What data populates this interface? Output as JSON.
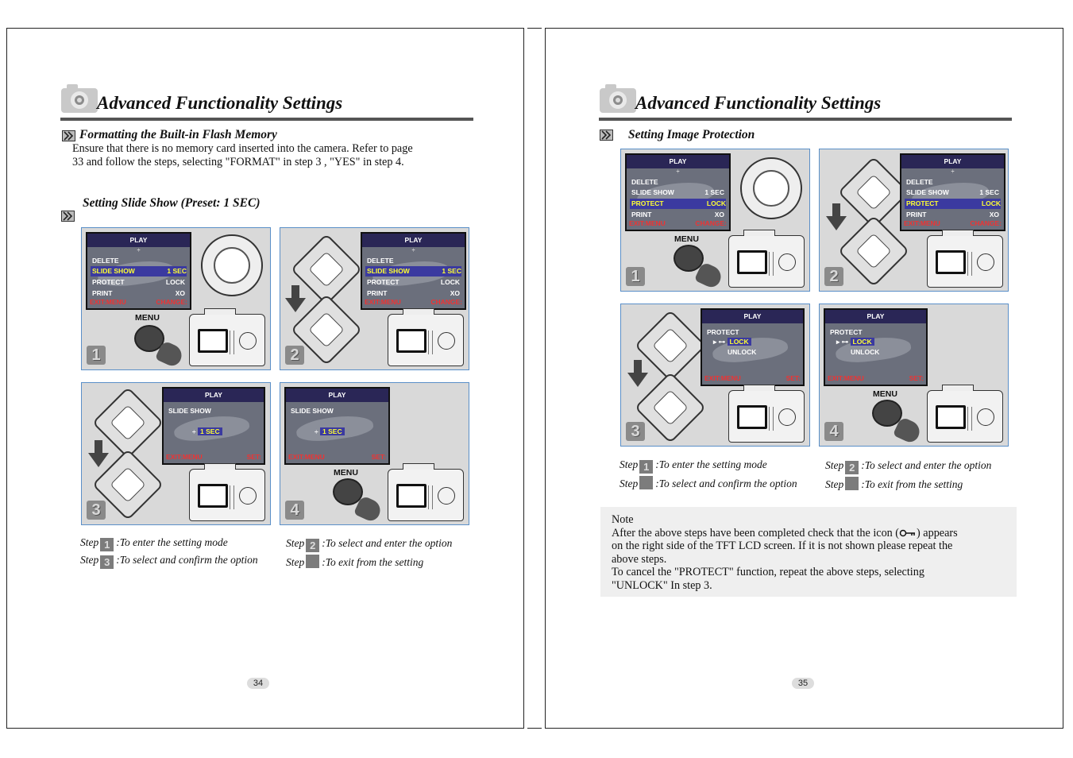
{
  "left_page": {
    "title": "Advanced Functionality Settings",
    "format_section": {
      "heading": "Formatting the Built-in Flash Memory",
      "line1": "Ensure that there is no memory card  inserted into the camera. Refer to page",
      "line2": "33  and follow the steps, selecting \"FORMAT\" in step 3 , \"YES\" in step 4."
    },
    "slide_section": {
      "heading": "Setting Slide Show (Preset: 1 SEC)"
    },
    "panels": [
      {
        "step": "1",
        "menu": "MENU"
      },
      {
        "step": "2"
      },
      {
        "step": "3"
      },
      {
        "step": "4",
        "menu": "MENU"
      }
    ],
    "steps": {
      "word": "Step",
      "s1": ":To enter the setting mode",
      "s2": ":To select and enter the option",
      "s3": ":To select and confirm the option",
      "s4": ":To exit from the setting",
      "n1": "1",
      "n2": "2",
      "n3": "3",
      "n4": ""
    },
    "page_number": "34"
  },
  "lcd_menu": {
    "head": "PLAY",
    "items": [
      {
        "label": "DELETE",
        "value": ""
      },
      {
        "label": "SLIDE SHOW",
        "value": "1  SEC"
      },
      {
        "label": "PROTECT",
        "value": "LOCK"
      },
      {
        "label": "PRINT",
        "value": "XO"
      }
    ],
    "exit": "EXIT:MENU",
    "change": "CHANGE:",
    "set": "SET:"
  },
  "lcd_slide": {
    "head": "PLAY",
    "label": "SLIDE SHOW",
    "value": "1 SEC",
    "exit": "EXIT:MENU",
    "set": "SET:"
  },
  "lcd_protect": {
    "head": "PLAY",
    "label": "PROTECT",
    "lock": "LOCK",
    "unlock": "UNLOCK",
    "exit": "EXIT:MENU",
    "set": "SET:"
  },
  "right_page": {
    "title": "Advanced Functionality Settings",
    "protect_section": {
      "heading": "Setting Image Protection"
    },
    "panels": [
      {
        "step": "1",
        "menu": "MENU"
      },
      {
        "step": "2"
      },
      {
        "step": "3"
      },
      {
        "step": "4",
        "menu": "MENU"
      }
    ],
    "steps": {
      "word": "Step",
      "s1": ":To enter the setting mode",
      "s2": ":To select and enter the option",
      "s3": ":To select and confirm the option",
      "s4": ":To exit from the setting",
      "n1": "1",
      "n2": "2",
      "n3": "",
      "n4": ""
    },
    "note": {
      "title": "Note",
      "line1a": "After the above steps have been completed check that  the icon (",
      "line1b": ") appears",
      "line2": "on the right side of the TFT LCD screen. If it is not shown please repeat the",
      "line3": "above steps.",
      "line4": "To cancel the \"PROTECT\" function,  repeat the above steps, selecting",
      "line5": "\"UNLOCK\" In  step 3."
    },
    "page_number": "35"
  },
  "colors": {
    "panel_border": "#5a8fc8",
    "lcd_header": "#2a2656",
    "highlight": "#3b3aa0",
    "highlight_text": "#ffff33",
    "footer_text": "#ee3333"
  }
}
